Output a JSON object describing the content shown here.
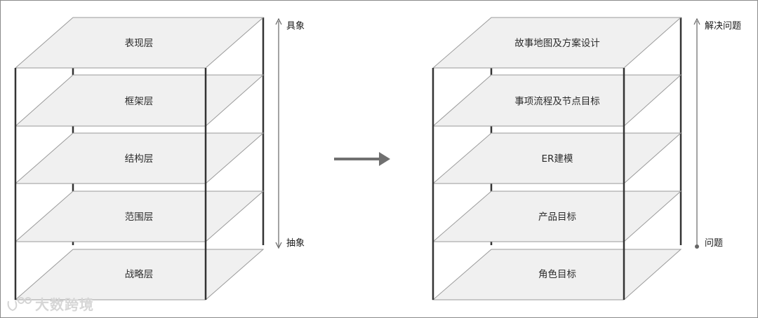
{
  "left_stack": {
    "layers": [
      "表现层",
      "框架层",
      "结构层",
      "范围层",
      "战略层"
    ],
    "axis_top": "具象",
    "axis_bottom": "抽象"
  },
  "right_stack": {
    "layers": [
      "故事地图及方案设计",
      "事项流程及节点目标",
      "ER建模",
      "产品目标",
      "角色目标"
    ],
    "axis_top": "解决问题",
    "axis_bottom": "问题"
  },
  "watermark": "大数跨境",
  "colors": {
    "plane_fill": "#f0f0f0",
    "plane_stroke": "#9a9a9a",
    "pillar": "#333333",
    "arrow": "#707070"
  }
}
